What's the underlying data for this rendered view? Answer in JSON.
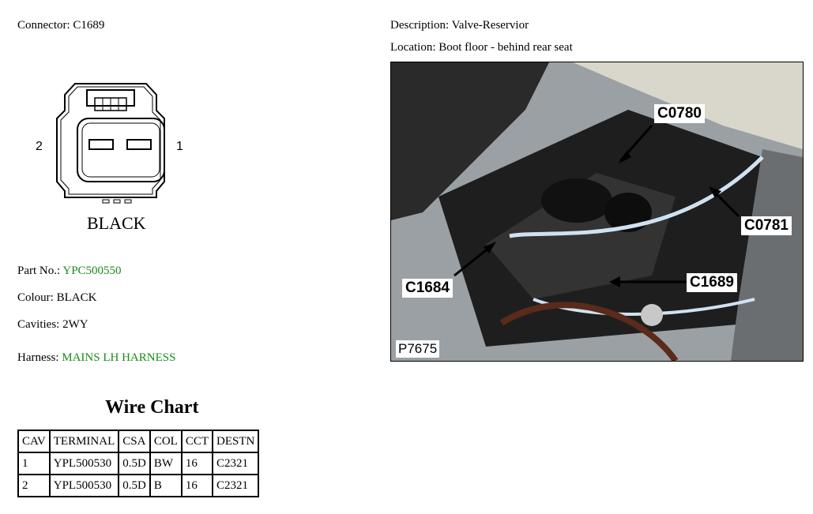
{
  "connector": {
    "label": "Connector: C1689",
    "pin_left": "2",
    "pin_right": "1",
    "color_label": "BLACK"
  },
  "description": "Description: Valve-Reservior",
  "location": "Location: Boot floor - behind rear seat",
  "part": {
    "label": "Part No.: ",
    "value": "YPC500550"
  },
  "colour": "Colour: BLACK",
  "cavities": "Cavities: 2WY",
  "harness": {
    "label": "Harness: ",
    "value": "MAINS LH HARNESS"
  },
  "wire_chart": {
    "title": "Wire Chart",
    "headers": [
      "CAV",
      "TERMINAL",
      "CSA",
      "COL",
      "CCT",
      "DESTN"
    ],
    "rows": [
      [
        "1",
        "YPL500530",
        "0.5D",
        "BW",
        "16",
        "C2321"
      ],
      [
        "2",
        "YPL500530",
        "0.5D",
        "B",
        "16",
        "C2321"
      ]
    ]
  },
  "photo": {
    "callouts": [
      "C0780",
      "C0781",
      "C1684",
      "C1689"
    ],
    "id": "P7675"
  }
}
